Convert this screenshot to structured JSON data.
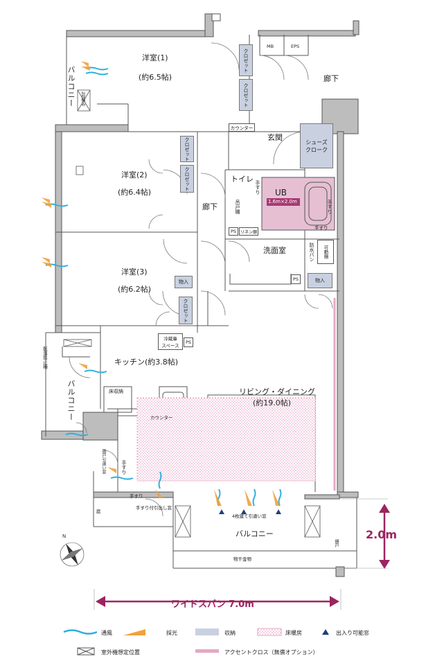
{
  "rooms": {
    "yoshitsu1": "洋室(1)",
    "yoshitsu1_size": "(約6.5帖)",
    "yoshitsu2": "洋室(2)",
    "yoshitsu2_size": "(約6.4帖)",
    "yoshitsu3": "洋室(3)",
    "yoshitsu3_size": "(約6.2帖)",
    "kitchen": "キッチン(約3.8帖)",
    "living": "リビング・ダイニング",
    "living_size": "(約19.0帖)",
    "genkan": "玄関",
    "rouka1": "廊下",
    "rouka2": "廊下",
    "toilet": "トイレ",
    "ub": "UB",
    "ub_size": "1.6m×2.0m",
    "senmen": "洗面室",
    "balcony_main": "バルコニー",
    "balcony_top": "バルコニー",
    "balcony_mid": "バルコニー"
  },
  "labels": {
    "closet": "クロゼット",
    "shoes": "シューズ",
    "cloak": "クローク",
    "nyu": "物入",
    "mb": "MB",
    "eps": "EPS",
    "counter": "カウンター",
    "ps": "PS",
    "linen": "リネン棚",
    "kadou": "可動棚",
    "bousui": "防水パン",
    "tesuri": "手すり",
    "tsuriodana": "吊戸棚",
    "reizo1": "冷蔵庫",
    "reizo2": "スペース",
    "nidan": "2段積み",
    "tenraku": "転落防止柵",
    "yukakou": "床収納",
    "niwa": "庭",
    "tesuri_hikidashi": "手すり付引出し窓",
    "mado4": "4枚建て引違い窓",
    "monohoshi": "物干金物",
    "aminado": "網戸",
    "amado": "雨戸引違い窓"
  },
  "dimensions": {
    "depth": "2.0m",
    "span": "ワイドスパン 7.0m"
  },
  "legend": [
    {
      "label": "通風",
      "icon": "wind-icon"
    },
    {
      "label": "採光",
      "icon": "light-icon"
    },
    {
      "label": "収納",
      "icon": "storage-icon"
    },
    {
      "label": "床暖房",
      "icon": "floor-heating-icon"
    },
    {
      "label": "出入り可能窓",
      "icon": "triangle-icon"
    },
    {
      "label": "室外機想定位置",
      "icon": "outdoor-unit-icon"
    },
    {
      "label": "アクセントクロス（無償オプション）",
      "icon": "accent-cross-icon"
    }
  ],
  "colors": {
    "accent": "#a83a73",
    "storage": "#c9d1e1",
    "wind": "#2bb0e0",
    "light": "#f2a13a",
    "ub": "#e6bfd3",
    "floorheat": "#e7a1c3"
  }
}
